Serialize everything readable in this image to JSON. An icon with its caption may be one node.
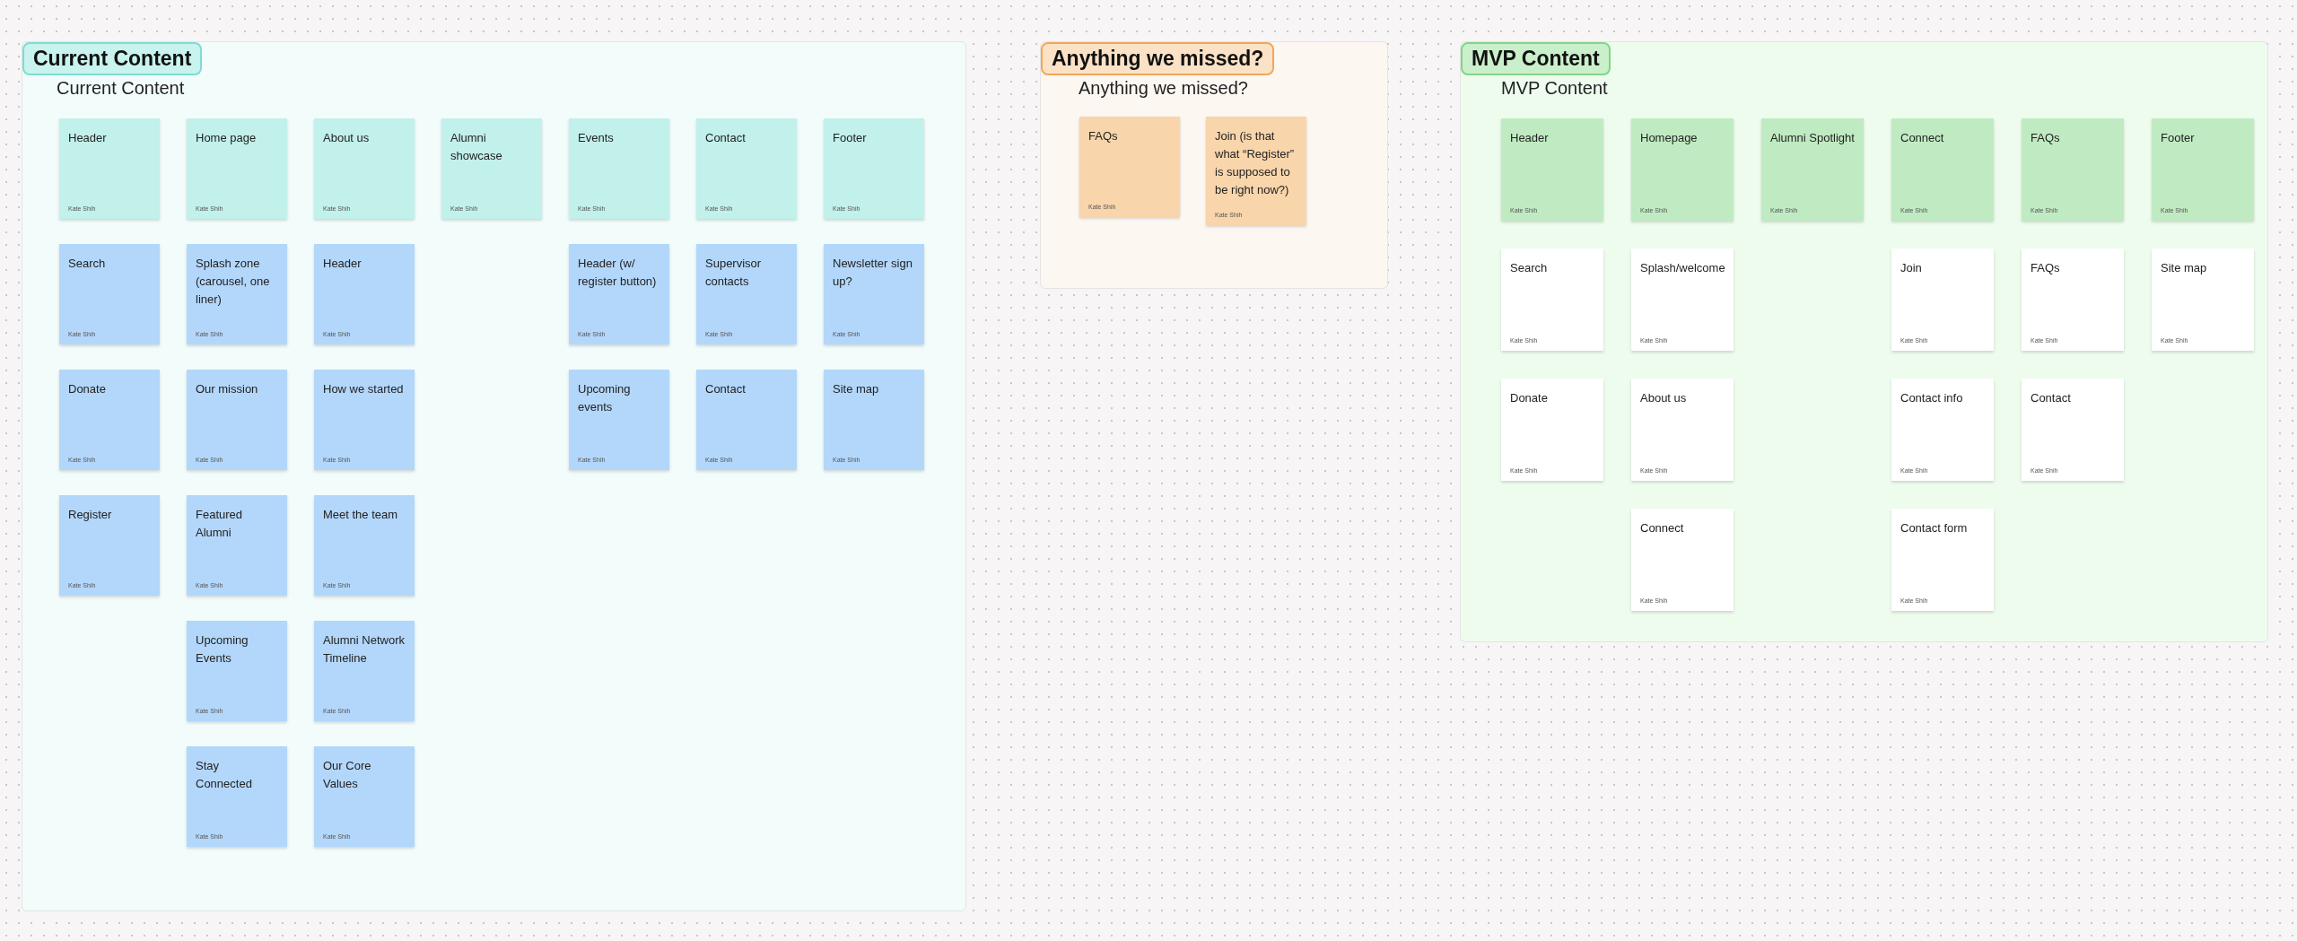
{
  "diagram": {
    "nodes": [
      {
        "text": [
          "Current Content",
          "Current Content"
        ]
      },
      {
        "text": [
          "Header",
          "Kate Shih"
        ],
        "in": 0
      },
      {
        "text": [
          "Home page",
          "Kate Shih"
        ],
        "in": 0
      },
      {
        "text": [
          "About us",
          "Kate Shih"
        ],
        "in": 0
      },
      {
        "text": [
          "Alumni showcase",
          "Kate Shih"
        ],
        "in": 0
      },
      {
        "text": [
          "Events",
          "Kate Shih"
        ],
        "in": 0
      },
      {
        "text": [
          "Contact",
          "Kate Shih"
        ],
        "in": 0
      },
      {
        "text": [
          "Footer",
          "Kate Shih"
        ],
        "in": 0
      },
      {
        "text": [
          "Search",
          "Kate Shih"
        ],
        "in": 0
      },
      {
        "text": [
          "Splash zone (carousel, one liner)",
          "Kate Shih"
        ],
        "in": 0
      },
      {
        "text": [
          "Header",
          "Kate Shih"
        ],
        "in": 0
      },
      {
        "text": [
          "Header (w/ register button)",
          "Kate Shih"
        ],
        "in": 0
      },
      {
        "text": [
          "Supervisor contacts",
          "Kate Shih"
        ],
        "in": 0
      },
      {
        "text": [
          "Newsletter sign up?",
          "Kate Shih"
        ],
        "in": 0
      },
      {
        "text": [
          "Donate",
          "Kate Shih"
        ],
        "in": 0
      },
      {
        "text": [
          "Our mission",
          "Kate Shih"
        ],
        "in": 0
      },
      {
        "text": [
          "How we started",
          "Kate Shih"
        ],
        "in": 0
      },
      {
        "text": [
          "Upcoming events",
          "Kate Shih"
        ],
        "in": 0
      },
      {
        "text": [
          "Contact",
          "Kate Shih"
        ],
        "in": 0
      },
      {
        "text": [
          "Site map",
          "Kate Shih"
        ],
        "in": 0
      },
      {
        "text": [
          "Register",
          "Kate Shih"
        ],
        "in": 0
      },
      {
        "text": [
          "Featured Alumni",
          "Kate Shih"
        ],
        "in": 0
      },
      {
        "text": [
          "Meet the team",
          "Kate Shih"
        ],
        "in": 0
      },
      {
        "text": [
          "Upcoming Events",
          "Kate Shih"
        ],
        "in": 0
      },
      {
        "text": [
          "Alumni Network Timeline",
          "Kate Shih"
        ],
        "in": 0
      },
      {
        "text": [
          "Stay Connected",
          "Kate Shih"
        ],
        "in": 0
      },
      {
        "text": [
          "Our Core Values",
          "Kate Shih"
        ],
        "in": 0
      },
      {
        "text": [
          "Anything we missed?",
          "Anything we missed?"
        ]
      },
      {
        "text": [
          "FAQs",
          "Kate Shih"
        ],
        "in": 27
      },
      {
        "text": [
          "Join (is that what “Register” is supposed to be right now?)",
          "Kate Shih"
        ],
        "in": 27
      },
      {
        "text": [
          "MVP Content",
          "MVP Content"
        ]
      },
      {
        "text": [
          "Header",
          "Kate Shih"
        ],
        "in": 30
      },
      {
        "text": [
          "Homepage",
          "Kate Shih"
        ],
        "in": 30
      },
      {
        "text": [
          "Alumni Spotlight",
          "Kate Shih"
        ],
        "in": 30
      },
      {
        "text": [
          "Connect",
          "Kate Shih"
        ],
        "in": 30
      },
      {
        "text": [
          "FAQs",
          "Kate Shih"
        ],
        "in": 30
      },
      {
        "text": [
          "Footer",
          "Kate Shih"
        ],
        "in": 30
      },
      {
        "text": [
          "Search",
          "Kate Shih"
        ],
        "in": 30
      },
      {
        "text": [
          "Splash/welcome",
          "Kate Shih"
        ],
        "in": 30
      },
      {
        "text": [
          "Join",
          "Kate Shih"
        ],
        "in": 30
      },
      {
        "text": [
          "FAQs",
          "Kate Shih"
        ],
        "in": 30
      },
      {
        "text": [
          "Site map",
          "Kate Shih"
        ],
        "in": 30
      },
      {
        "text": [
          "Donate",
          "Kate Shih"
        ],
        "in": 30
      },
      {
        "text": [
          "About us",
          "Kate Shih"
        ],
        "in": 30
      },
      {
        "text": [
          "Contact info",
          "Kate Shih"
        ],
        "in": 30
      },
      {
        "text": [
          "Contact",
          "Kate Shih"
        ],
        "in": 30
      },
      {
        "text": [
          "Connect",
          "Kate Shih"
        ],
        "in": 30
      },
      {
        "text": [
          "Contact form",
          "Kate Shih"
        ],
        "in": 30
      }
    ]
  }
}
